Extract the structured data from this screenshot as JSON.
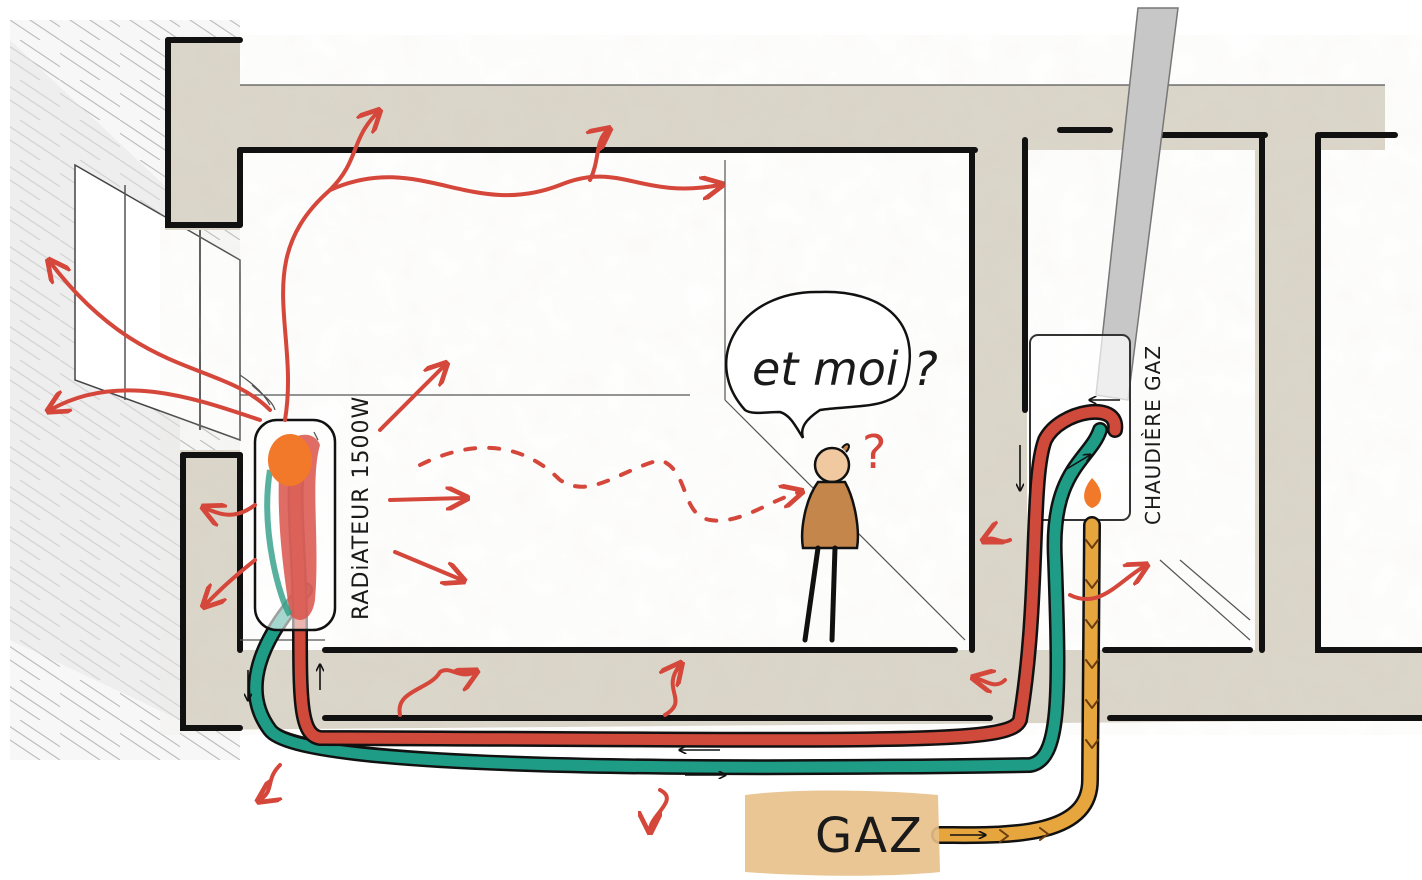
{
  "labels": {
    "radiator": "RADiATEUR 1500W",
    "boiler": "CHAUDIÈRE GAZ",
    "speech": "et moi ?",
    "question_mark": "?",
    "gas": "GAZ"
  },
  "colors": {
    "wall": "#d9d4c7",
    "wall_texture": "#c9c3b4",
    "outline": "#111111",
    "heat_arrow": "#d4473a",
    "pipe_hot": "#cf4a3b",
    "pipe_cold": "#1f9c86",
    "gas_pipe": "#e7a53d",
    "gas_label_bg": "#e8c08a",
    "person_body": "#c4864a",
    "person_head": "#f1c9a1",
    "flame": "#f2782a",
    "chimney": "#c7c7c7"
  },
  "icons": {
    "person": "person-icon",
    "flame": "flame-icon",
    "radiator": "radiator-icon",
    "boiler": "boiler-icon",
    "speech_bubble": "speech-bubble-icon"
  }
}
